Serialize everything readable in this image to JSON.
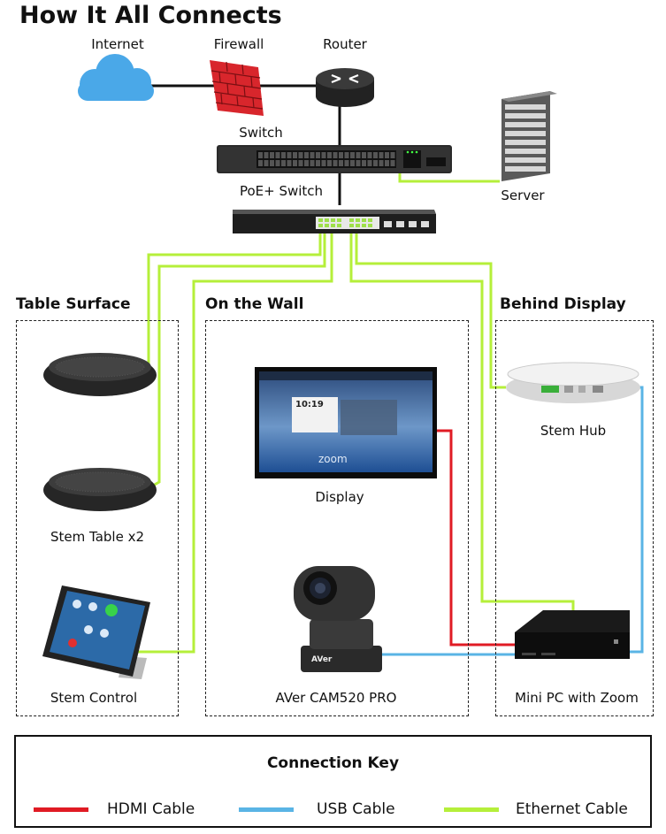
{
  "title": "How It All Connects",
  "devices": {
    "internet": "Internet",
    "firewall": "Firewall",
    "router": "Router",
    "switch": "Switch",
    "poe_switch": "PoE+ Switch",
    "server": "Server",
    "stem_table": "Stem Table x2",
    "stem_control": "Stem Control",
    "display": "Display",
    "camera": "AVer CAM520 PRO",
    "stem_hub": "Stem Hub",
    "mini_pc": "Mini PC with Zoom"
  },
  "zones": {
    "table_surface": "Table Surface",
    "on_the_wall": "On the Wall",
    "behind_display": "Behind Display"
  },
  "screen": {
    "time": "10:19",
    "brand": "zoom"
  },
  "camera_brand": "AVer",
  "key": {
    "title": "Connection Key",
    "hdmi": "HDMI Cable",
    "usb": "USB Cable",
    "ethernet": "Ethernet Cable"
  },
  "colors": {
    "hdmi": "#e01b24",
    "usb": "#5ab4e5",
    "ethernet": "#b5ef3a",
    "cloud": "#4aa8e8",
    "firewall": "#d8262c"
  }
}
